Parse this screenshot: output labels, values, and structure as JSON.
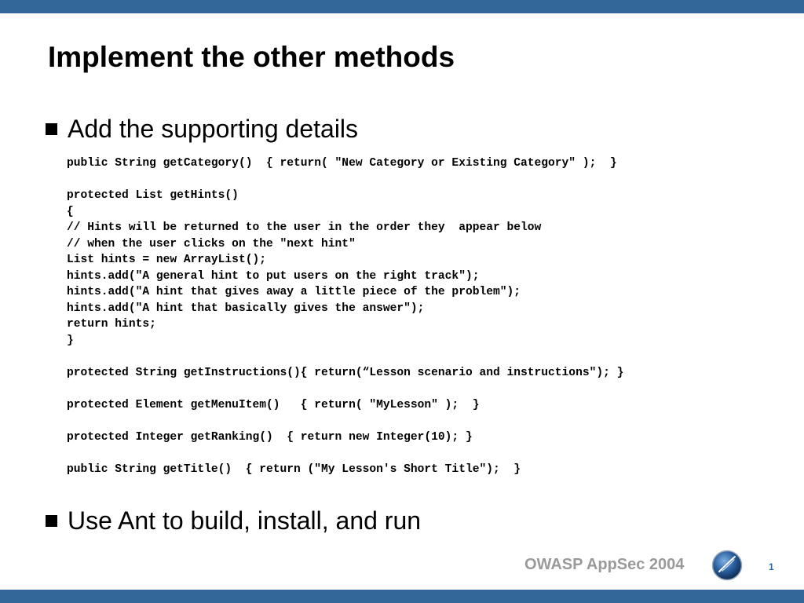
{
  "slide": {
    "title": "Implement the other methods",
    "bullets": [
      "Add the supporting details",
      "Use Ant to build, install, and run"
    ],
    "code_lines": [
      "public String getCategory()  { return( \"New Category or Existing Category\" );  }",
      "",
      "protected List getHints()",
      "{",
      "// Hints will be returned to the user in the order they  appear below",
      "// when the user clicks on the \"next hint\"",
      "List hints = new ArrayList();",
      "hints.add(\"A general hint to put users on the right track\");",
      "hints.add(\"A hint that gives away a little piece of the problem\");",
      "hints.add(\"A hint that basically gives the answer\");",
      "return hints;",
      "}",
      "",
      "protected String getInstructions(){ return(“Lesson scenario and instructions\"); }",
      "",
      "protected Element getMenuItem()   { return( \"MyLesson\" );  }",
      "",
      "protected Integer getRanking()  { return new Integer(10); }",
      "",
      "public String getTitle()  { return (\"My Lesson's Short Title\");  }"
    ]
  },
  "footer": {
    "brand_text": "OWASP AppSec 2004",
    "page_number": "1",
    "logo_icon": "owasp-wasp-logo-icon"
  },
  "colors": {
    "bar": "#336699",
    "footer_text": "#9a9a9a"
  }
}
